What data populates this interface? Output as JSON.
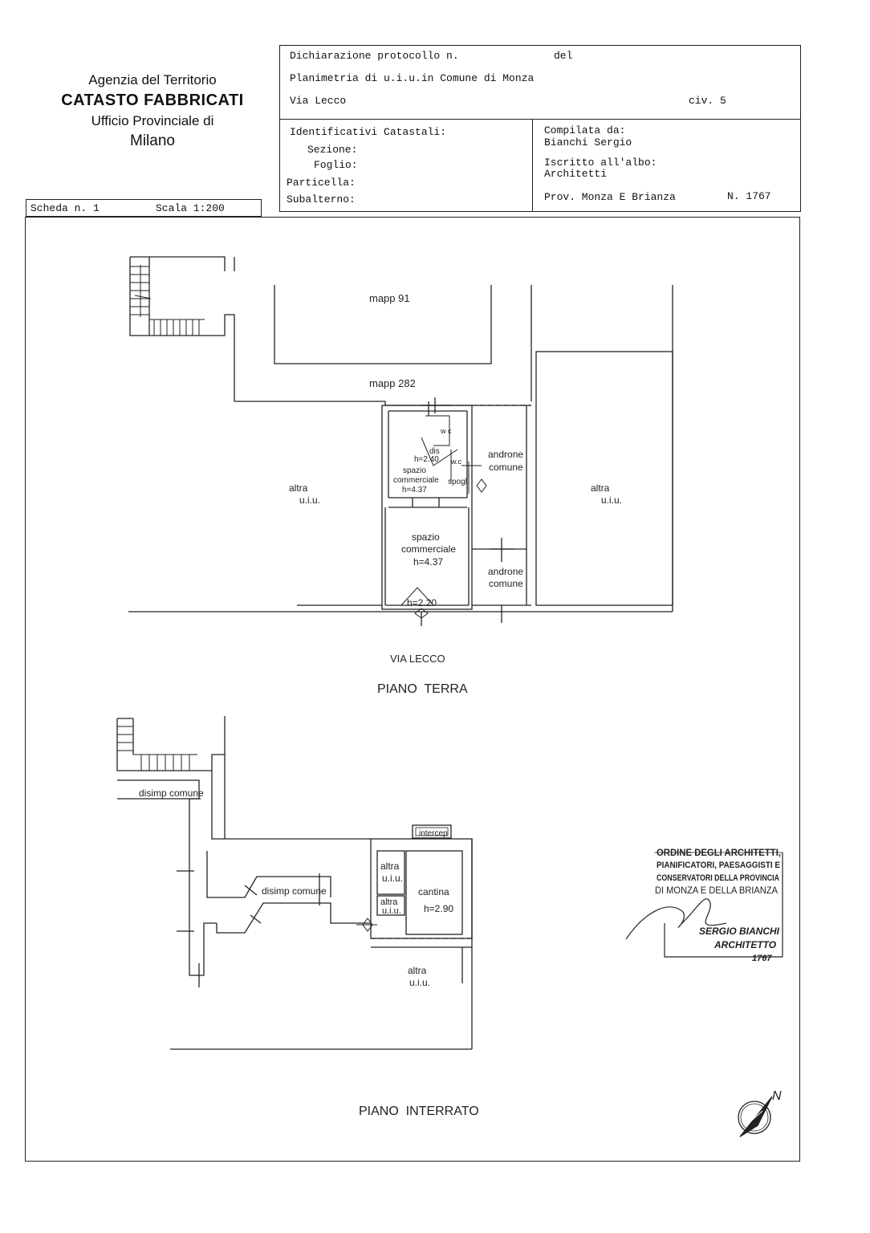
{
  "agency": {
    "line1": "Agenzia del Territorio",
    "line2": "CATASTO FABBRICATI",
    "line3": "Ufficio Provinciale di",
    "line4": "Milano"
  },
  "scheda": {
    "label": "Scheda n. 1",
    "scale": "Scala 1:200"
  },
  "header": {
    "dichiarazione": "Dichiarazione protocollo n.",
    "del": "del",
    "planimetria": "Planimetria di u.i.u.in Comune di Monza",
    "via": "Via Lecco",
    "civ": "civ. 5"
  },
  "identificativi": {
    "title": "Identificativi Catastali:",
    "sezione": "Sezione:",
    "foglio": "Foglio:",
    "particella": "Particella:",
    "subalterno": "Subalterno:"
  },
  "compilata": {
    "label": "Compilata da:",
    "name": "Bianchi Sergio",
    "iscritto": "Iscritto all'albo:",
    "albo": "Architetti",
    "prov": "Prov. Monza E Brianza",
    "numero": "N. 1767"
  },
  "ground_floor": {
    "mapp91": "mapp 91",
    "mapp282": "mapp 282",
    "wc1": "w c",
    "dis": "dis",
    "h240": "h=2.40",
    "wc2": "w.c",
    "spazio_small": "spazio",
    "commerciale_small": "commerciale",
    "h437_small": "h=4.37",
    "spogl": "spogl",
    "androne1a": "androne",
    "androne1b": "comune",
    "altra_left_a": "altra",
    "altra_left_b": "u.i.u.",
    "altra_right_a": "altra",
    "altra_right_b": "u.i.u.",
    "spazio_big": "spazio",
    "commerciale_big": "commerciale",
    "h437_big": "h=4.37",
    "androne2a": "androne",
    "androne2b": "comune",
    "h220": "h=2.20",
    "street": "VIA LECCO",
    "title": "PIANO  TERRA"
  },
  "basement": {
    "disimp1": "disimp comune",
    "intercep": "intercep",
    "altra1a": "altra",
    "altra1b": "u.i.u.",
    "cantina": "cantina",
    "disimp2": "disimp comune",
    "altra2a": "altra",
    "altra2b": "u.i.u.",
    "h290": "h=2.90",
    "altra3a": "altra",
    "altra3b": "u.i.u.",
    "title": "PIANO  INTERRATO"
  },
  "stamp": {
    "line1": "ORDINE DEGLI ARCHITETTI,",
    "line2": "PIANIFICATORI, PAESAGGISTI E",
    "line3": "CONSERVATORI DELLA PROVINCIA",
    "line4": "DI MONZA E DELLA BRIANZA",
    "name": "SERGIO BIANCHI",
    "role": "ARCHITETTO",
    "number": "1767"
  },
  "north_arrow": {
    "icon": "north-arrow-icon",
    "label": "N"
  }
}
